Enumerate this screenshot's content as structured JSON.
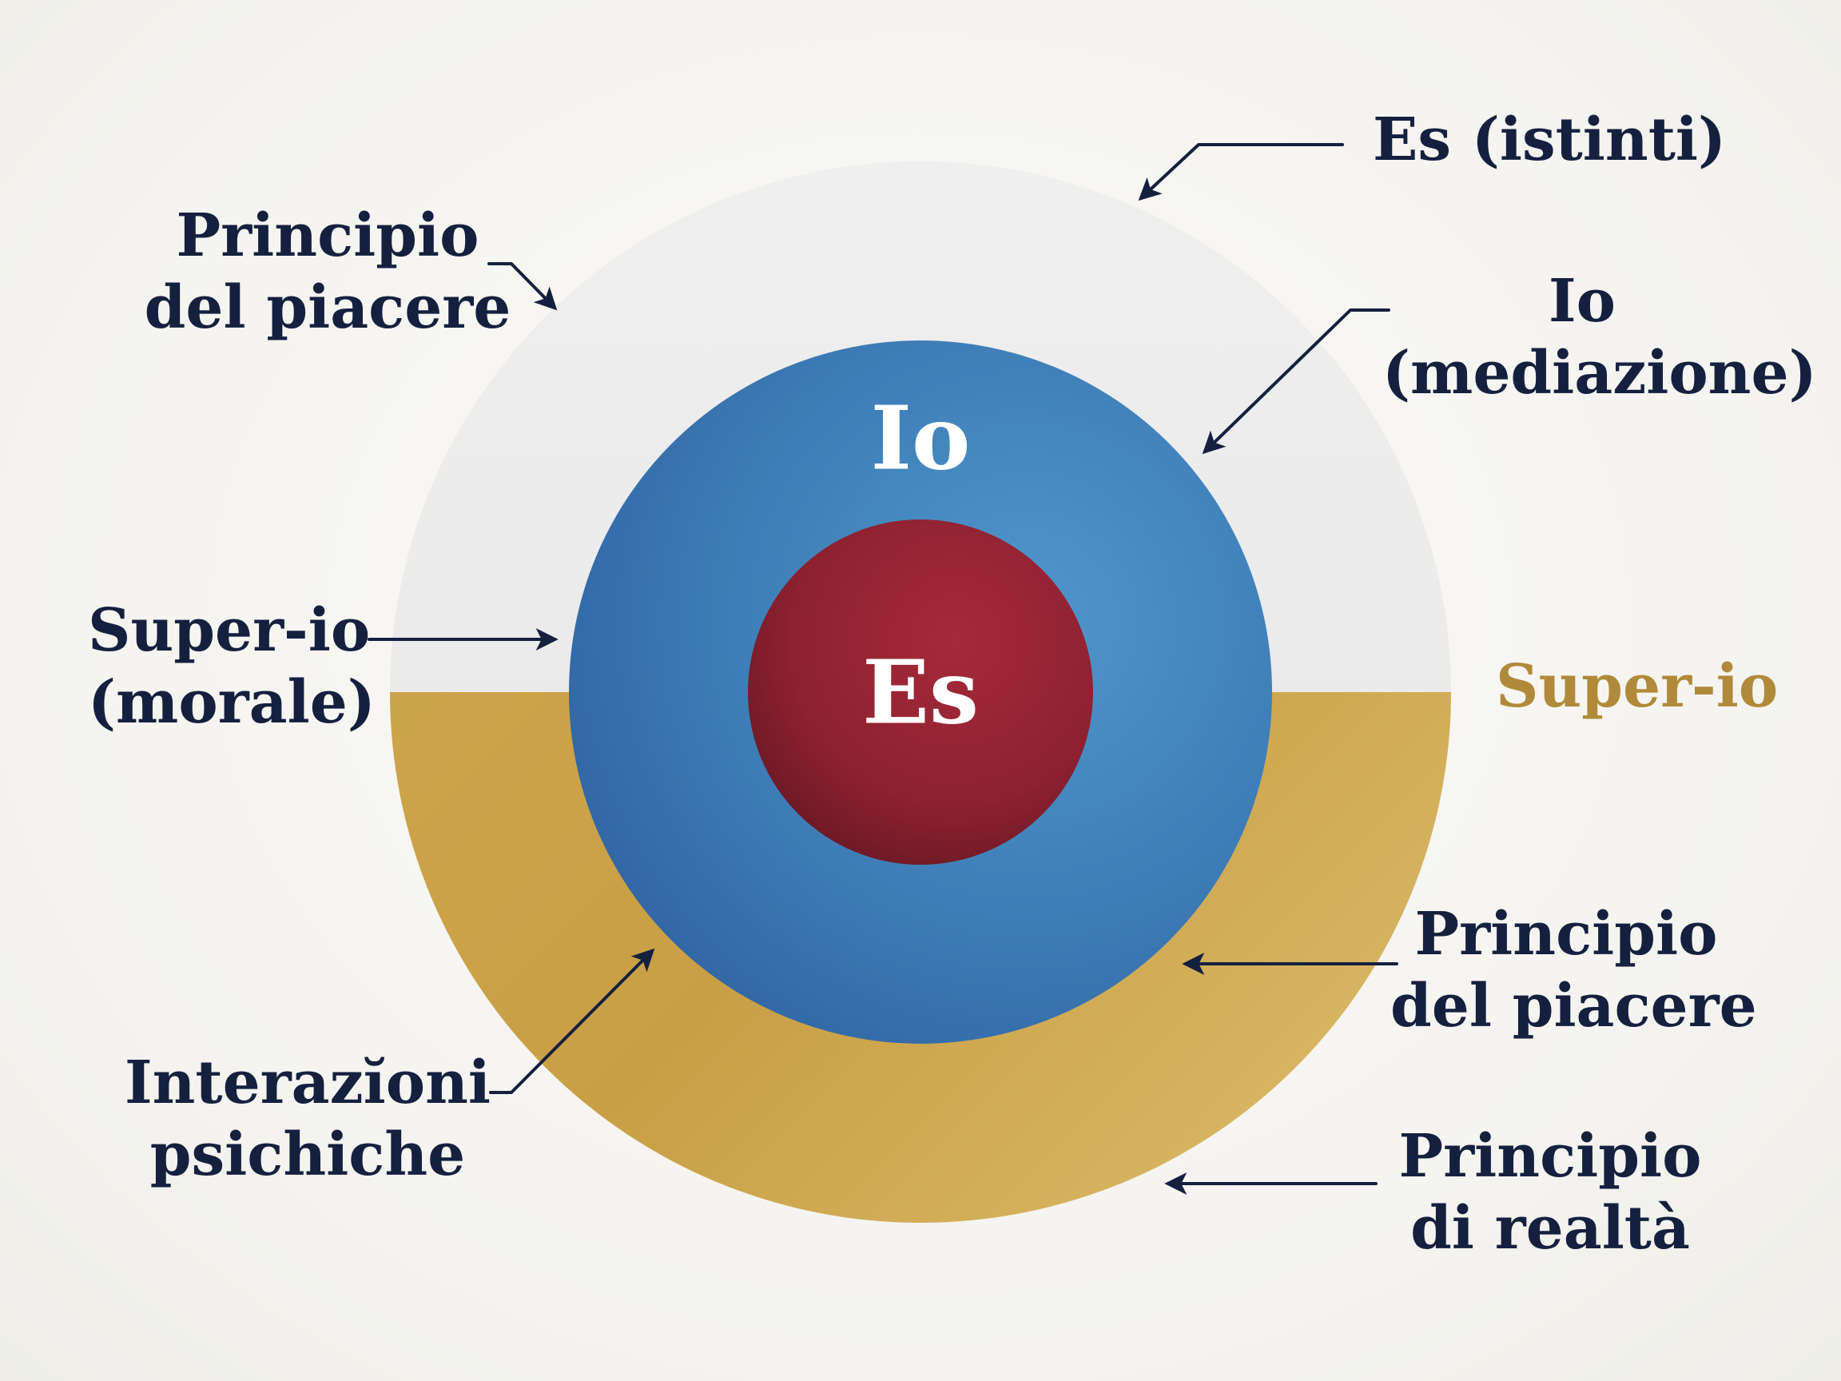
{
  "colors": {
    "background": "#f6f5f1",
    "outer_top": "#ebebeb",
    "outer_bottom": "#c9a34e",
    "middle_ring": "#3f7fb8",
    "core": "#8e2230",
    "label_text": "#15203f",
    "superio_label": "#b08a3a",
    "center_text": "#ffffff"
  },
  "rings": {
    "middle_label": "Io",
    "core_label": "Es"
  },
  "callouts": {
    "es_istinti": "Es (istinti)",
    "principio_piacere_top": [
      "Principio",
      "del piacere"
    ],
    "io_mediazione": [
      "Io",
      "(mediazione)"
    ],
    "superio_morale": [
      "Super-io",
      "(morale)"
    ],
    "superio_right": "Super-io",
    "principio_piacere_right": [
      "Principio",
      "del piacere"
    ],
    "interazioni": [
      "Interazĭoni",
      "psichiche"
    ],
    "principio_realta": [
      "Principio",
      "di realtà"
    ]
  }
}
